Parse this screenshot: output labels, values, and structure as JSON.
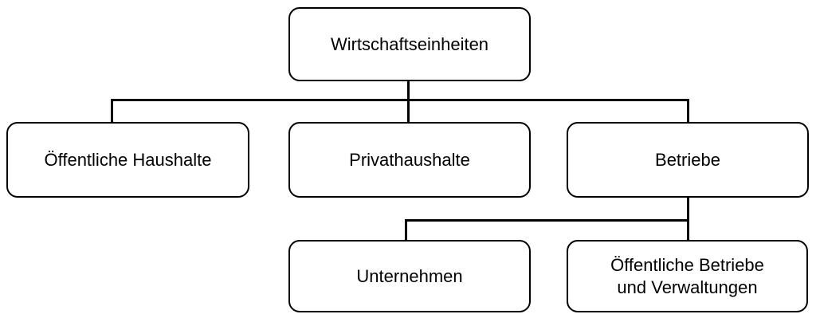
{
  "diagram": {
    "type": "tree",
    "background_color": "#ffffff",
    "node_style": {
      "border_color": "#000000",
      "fill_color": "#ffffff",
      "text_color": "#000000"
    },
    "nodes": {
      "wirtschaftseinheiten": {
        "label": "Wirtschaftseinheiten"
      },
      "oeffentliche_haushalte": {
        "label": "Öffentliche Haushalte"
      },
      "privathaushalte": {
        "label": "Privathaushalte"
      },
      "betriebe": {
        "label": "Betriebe"
      },
      "unternehmen": {
        "label": "Unternehmen"
      },
      "oeffentliche_betriebe_und_verwaltungen": {
        "label": "Öffentliche Betriebe und Verwaltungen",
        "line1": "Öffentliche Betriebe",
        "line2": "und Verwaltungen"
      }
    },
    "edges": [
      {
        "from": "wirtschaftseinheiten",
        "to": "oeffentliche_haushalte"
      },
      {
        "from": "wirtschaftseinheiten",
        "to": "privathaushalte"
      },
      {
        "from": "wirtschaftseinheiten",
        "to": "betriebe"
      },
      {
        "from": "betriebe",
        "to": "unternehmen"
      },
      {
        "from": "betriebe",
        "to": "oeffentliche_betriebe_und_verwaltungen"
      }
    ]
  }
}
